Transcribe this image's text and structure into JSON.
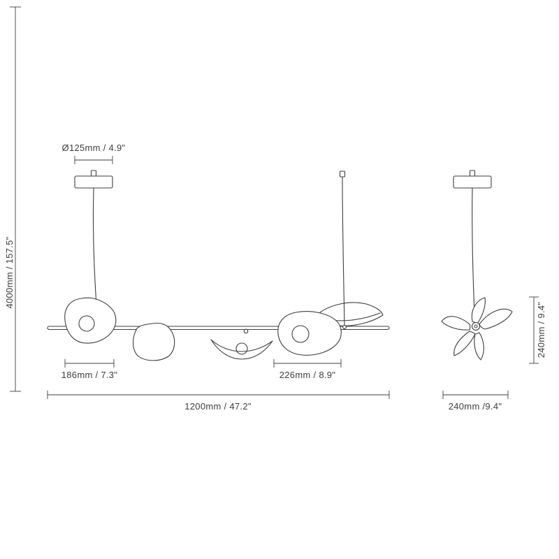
{
  "diagram": {
    "colors": {
      "line": "#3d3d3d",
      "background": "#ffffff"
    },
    "front_view": {
      "canopy_diameter_label": "Ø125mm / 4.9\"",
      "drop_height_label": "4000mm / 157.5\"",
      "left_shade_width_label": "186mm / 7.3\"",
      "right_shade_width_label": "226mm / 8.9\"",
      "total_length_label": "1200mm / 47.2\""
    },
    "side_view": {
      "cluster_height_label": "240mm / 9.4\"",
      "cluster_width_label": "240mm /9.4\""
    }
  }
}
